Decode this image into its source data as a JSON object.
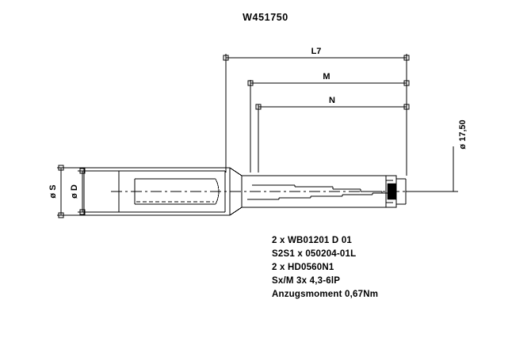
{
  "drawing": {
    "title": "W451750",
    "type": "indexable-insert-drill-technical-drawing"
  },
  "dimensions": {
    "overall_length": {
      "label": "L7",
      "name": "overall-length"
    },
    "usable_length": {
      "label": "M",
      "name": "usable-length"
    },
    "flute_length": {
      "label": "N",
      "name": "flute-length"
    },
    "shank_diameter": {
      "label": "ø S",
      "name": "shank-diameter"
    },
    "bore_diameter": {
      "label": "ø D",
      "name": "bore-diameter"
    },
    "tip_diameter": {
      "label": "ø 17,50",
      "name": "cutting-diameter"
    }
  },
  "notes": {
    "lines": [
      "2 x WB01201 D 01",
      "S2S1 x 050204-01L",
      "2 x HD0560N1",
      "Sx/M 3x 4,3-6lP",
      "Anzugsmoment 0,67Nm"
    ]
  },
  "colors": {
    "line": "#000000",
    "background": "#ffffff"
  }
}
